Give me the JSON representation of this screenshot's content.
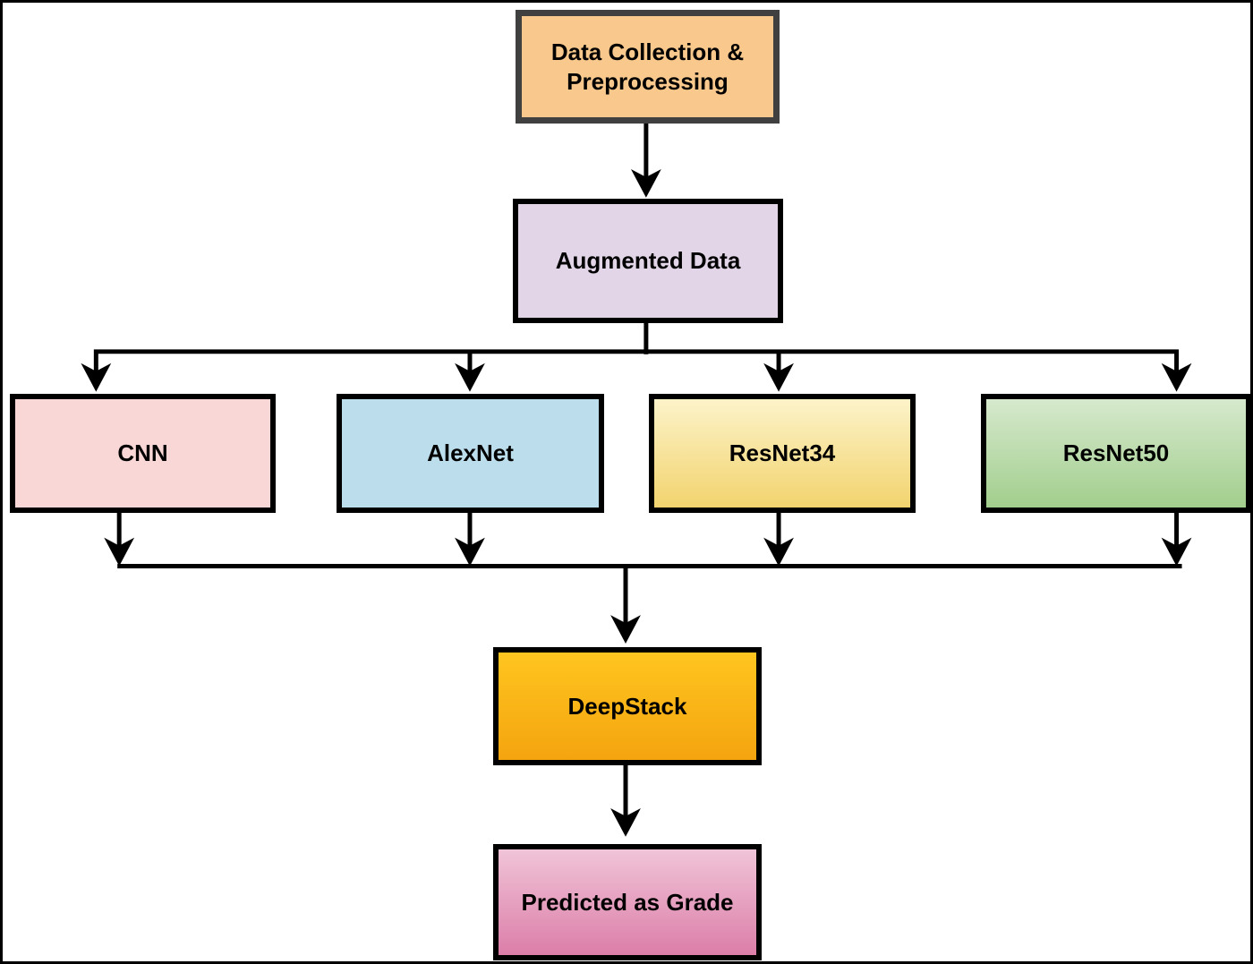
{
  "diagram": {
    "connector_color": "#000000",
    "nodes": {
      "data_collection": {
        "label": "Data Collection & Preprocessing",
        "background": "#F8C88C",
        "border": "#404040"
      },
      "augmented": {
        "label": "Augmented Data",
        "background": "#E1D5E7",
        "border": "#000000"
      },
      "cnn": {
        "label": "CNN",
        "background": "#F8D7D6",
        "border": "#000000"
      },
      "alexnet": {
        "label": "AlexNet",
        "background": "#BCDDEB",
        "border": "#000000"
      },
      "resnet34": {
        "label": "ResNet34",
        "background": "linear-gradient(180deg, #FCF3C9 0%, #F2D36E 100%)",
        "border": "#000000"
      },
      "resnet50": {
        "label": "ResNet50",
        "background": "linear-gradient(180deg, #D6E9CD 0%, #A2CE8D 100%)",
        "border": "#000000"
      },
      "deepstack": {
        "label": "DeepStack",
        "background": "linear-gradient(180deg, #FFC51F 0%, #F4A40F 100%)",
        "border": "#000000"
      },
      "predicted": {
        "label": "Predicted as Grade",
        "background": "linear-gradient(180deg, #F0C4D8 0%, #DC7EA8 100%)",
        "border": "#000000"
      }
    }
  }
}
